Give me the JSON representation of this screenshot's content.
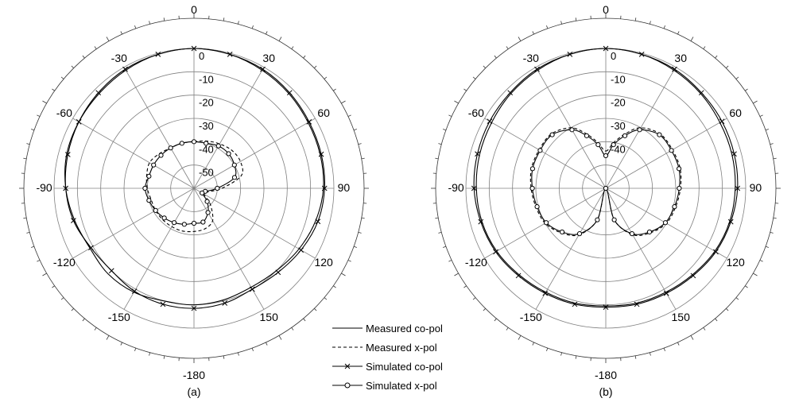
{
  "figure": {
    "panel_labels": [
      "(a)",
      "(b)"
    ]
  },
  "legend": {
    "entries": [
      {
        "label": "Measured co-pol",
        "style": "solid",
        "marker": "none"
      },
      {
        "label": "Measured x-pol",
        "style": "dashed",
        "marker": "none"
      },
      {
        "label": "Simulated co-pol",
        "style": "solid",
        "marker": "x"
      },
      {
        "label": "Simulated x-pol",
        "style": "solid",
        "marker": "o"
      }
    ]
  },
  "chart_data": [
    {
      "type": "polar",
      "panel": "(a)",
      "rlim": [
        -60,
        0
      ],
      "ring_labels": [
        "0",
        "-10",
        "-20",
        "-30",
        "-40",
        "-50"
      ],
      "angle_labels": [
        "0",
        "30",
        "60",
        "90",
        "120",
        "150",
        "-180",
        "-150",
        "-120",
        "-90",
        "-60",
        "-30"
      ],
      "grid": true,
      "series": [
        {
          "name": "Measured co-pol",
          "style": "solid",
          "marker": "none",
          "angle": [
            0,
            15,
            30,
            45,
            60,
            75,
            90,
            105,
            120,
            135,
            150,
            165,
            180,
            -165,
            -150,
            -135,
            -120,
            -105,
            -90,
            -75,
            -60,
            -45,
            -30,
            -15
          ],
          "value": [
            0,
            -0.5,
            -1.5,
            -2.5,
            -3.5,
            -4,
            -4.5,
            -6,
            -8,
            -10,
            -11,
            -10.5,
            -10,
            -10,
            -8.5,
            -8,
            -8.5,
            -7,
            -5,
            -3.5,
            -3,
            -2.5,
            -1.5,
            -0.5
          ]
        },
        {
          "name": "Simulated co-pol",
          "style": "solid",
          "marker": "x",
          "angle": [
            0,
            15,
            30,
            45,
            60,
            75,
            90,
            105,
            120,
            135,
            150,
            165,
            180,
            -165,
            -150,
            -135,
            -120,
            -105,
            -90,
            -75,
            -60,
            -45,
            -30,
            -15
          ],
          "value": [
            0,
            -0.5,
            -1,
            -2,
            -3,
            -3.5,
            -4,
            -5,
            -7,
            -9,
            -10,
            -9,
            -8.5,
            -8.5,
            -9,
            -10,
            -9,
            -6.5,
            -5,
            -4,
            -3,
            -2,
            -1,
            -0.5
          ]
        },
        {
          "name": "Measured x-pol",
          "style": "dashed",
          "marker": "none",
          "angle": [
            0,
            15,
            30,
            45,
            60,
            75,
            90,
            105,
            120,
            135,
            150,
            165,
            180,
            -165,
            -150,
            -135,
            -120,
            -105,
            -90,
            -75,
            -60,
            -45,
            -30,
            -15
          ],
          "value": [
            -40,
            -39,
            -38,
            -37,
            -37,
            -39,
            -48,
            -54,
            -55,
            -50,
            -44,
            -42,
            -41.5,
            -41,
            -41,
            -41,
            -41,
            -41,
            -40,
            -39,
            -38,
            -39,
            -40,
            -40
          ]
        },
        {
          "name": "Simulated x-pol",
          "style": "solid",
          "marker": "o",
          "angle": [
            0,
            15,
            30,
            45,
            60,
            75,
            90,
            105,
            120,
            135,
            150,
            165,
            180,
            -165,
            -150,
            -135,
            -120,
            -105,
            -90,
            -75,
            -60,
            -45,
            -30,
            -15
          ],
          "value": [
            -40,
            -40,
            -39,
            -39,
            -40,
            -42,
            -50,
            -55,
            -56,
            -52,
            -48,
            -45,
            -45,
            -44,
            -43,
            -42,
            -41,
            -40,
            -39,
            -40,
            -40,
            -40,
            -40,
            -40
          ]
        }
      ]
    },
    {
      "type": "polar",
      "panel": "(b)",
      "rlim": [
        -60,
        0
      ],
      "ring_labels": [
        "0",
        "-10",
        "-20",
        "-30",
        "-40"
      ],
      "angle_labels": [
        "0",
        "30",
        "60",
        "90",
        "120",
        "150",
        "-180",
        "-150",
        "-120",
        "-90",
        "-60",
        "-30"
      ],
      "grid": true,
      "series": [
        {
          "name": "Measured co-pol",
          "style": "solid",
          "marker": "none",
          "angle": [
            0,
            15,
            30,
            45,
            60,
            75,
            90,
            105,
            120,
            135,
            150,
            165,
            180,
            -165,
            -150,
            -135,
            -120,
            -105,
            -90,
            -75,
            -60,
            -45,
            -30,
            -15
          ],
          "value": [
            0,
            -0.5,
            -1.5,
            -2.5,
            -3.5,
            -4,
            -4.5,
            -5,
            -6,
            -7.5,
            -8.5,
            -9,
            -9.5,
            -9,
            -8.5,
            -7.5,
            -6,
            -5,
            -4.5,
            -4,
            -3.5,
            -2.5,
            -1.5,
            -0.5
          ]
        },
        {
          "name": "Simulated co-pol",
          "style": "solid",
          "marker": "x",
          "angle": [
            0,
            15,
            30,
            45,
            60,
            75,
            90,
            105,
            120,
            135,
            150,
            165,
            180,
            -165,
            -150,
            -135,
            -120,
            -105,
            -90,
            -75,
            -60,
            -45,
            -30,
            -15
          ],
          "value": [
            0,
            -0.5,
            -1,
            -2,
            -2.5,
            -3,
            -3.5,
            -4.5,
            -5.5,
            -7,
            -8,
            -8.5,
            -9,
            -8.5,
            -8,
            -7,
            -5.5,
            -4.5,
            -3.5,
            -3,
            -2.5,
            -2,
            -1,
            -0.5
          ]
        },
        {
          "name": "Measured x-pol",
          "style": "dashed",
          "marker": "none",
          "angle": [
            0,
            10,
            20,
            30,
            45,
            60,
            75,
            90,
            105,
            120,
            135,
            150,
            165,
            180,
            -165,
            -150,
            -135,
            -120,
            -105,
            -90,
            -75,
            -60,
            -45,
            -30,
            -20,
            -10
          ],
          "value": [
            -44,
            -40,
            -35,
            -30,
            -27,
            -27,
            -27,
            -28,
            -29,
            -30,
            -33,
            -37,
            -46,
            -60,
            -46,
            -37,
            -33,
            -30,
            -29,
            -28,
            -27,
            -27,
            -27,
            -30,
            -35,
            -40
          ]
        },
        {
          "name": "Simulated x-pol",
          "style": "solid",
          "marker": "o",
          "angle": [
            0,
            10,
            20,
            30,
            45,
            60,
            75,
            90,
            105,
            120,
            135,
            150,
            165,
            180,
            -165,
            -150,
            -135,
            -120,
            -105,
            -90,
            -75,
            -60,
            -45,
            -30,
            -20,
            -10
          ],
          "value": [
            -46,
            -41,
            -36,
            -31,
            -27.5,
            -27.5,
            -27.5,
            -28.5,
            -29.5,
            -30.5,
            -33.5,
            -37.5,
            -46,
            -60,
            -46,
            -37.5,
            -33.5,
            -30.5,
            -29.5,
            -28.5,
            -27.5,
            -27.5,
            -27.5,
            -31,
            -36,
            -41
          ]
        }
      ]
    }
  ]
}
